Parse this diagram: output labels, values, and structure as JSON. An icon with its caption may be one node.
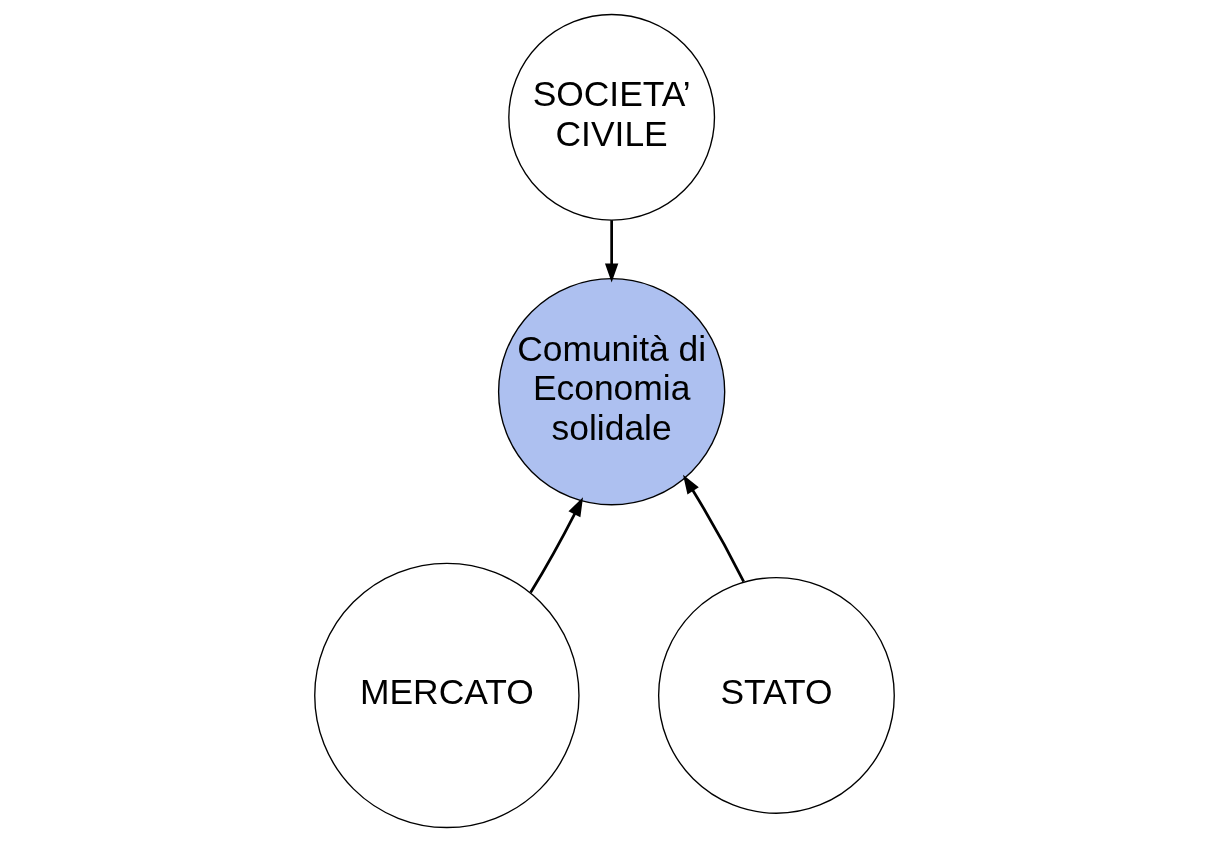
{
  "diagram": {
    "nodes": [
      {
        "text": [
          "SOCIETA’ CIVILE"
        ]
      },
      {
        "text": [
          "Comunità di Economia solidale"
        ]
      },
      {
        "text": [
          "MERCATO"
        ]
      },
      {
        "text": [
          "STATO"
        ]
      }
    ],
    "edges": [
      {
        "from": 0,
        "to": 1,
        "arrow": "to"
      },
      {
        "from": 2,
        "to": 1,
        "arrow": "to"
      },
      {
        "from": 3,
        "to": 1,
        "arrow": "to"
      }
    ]
  }
}
